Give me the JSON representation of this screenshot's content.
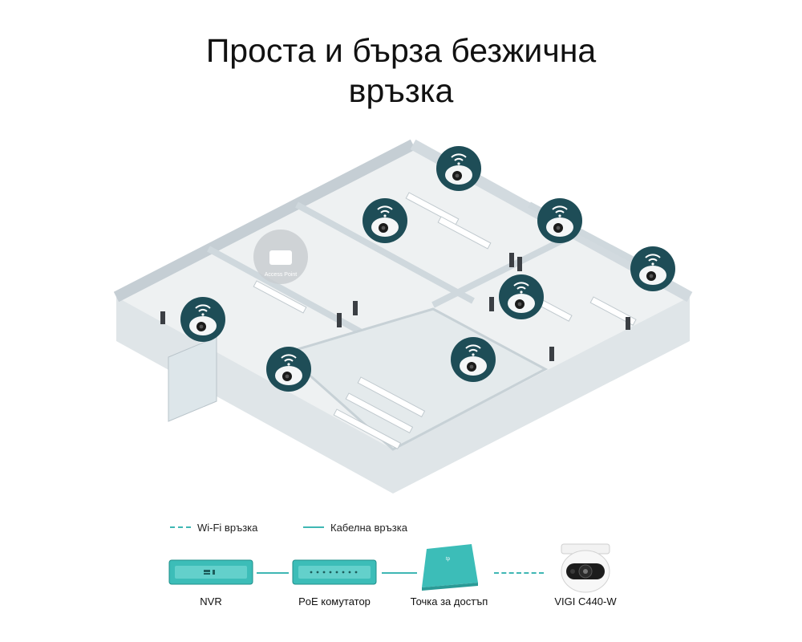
{
  "title": {
    "line1": "Проста и бърза безжична",
    "line2": "връзка"
  },
  "floorplan": {
    "access_point_label": "Access Point",
    "colors": {
      "camera_badge": "#1e4d57",
      "floor": "#e9ecee",
      "wall": "#c9d2d8",
      "accent": "#3fb7b4"
    }
  },
  "legend": {
    "wifi": "Wi-Fi връзка",
    "wired": "Кабелна връзка"
  },
  "devices": [
    {
      "id": "nvr",
      "label": "NVR"
    },
    {
      "id": "switch",
      "label": "PoE комутатор"
    },
    {
      "id": "ap",
      "label": "Точка за достъп"
    },
    {
      "id": "camera",
      "label": "VIGI C440-W"
    }
  ]
}
